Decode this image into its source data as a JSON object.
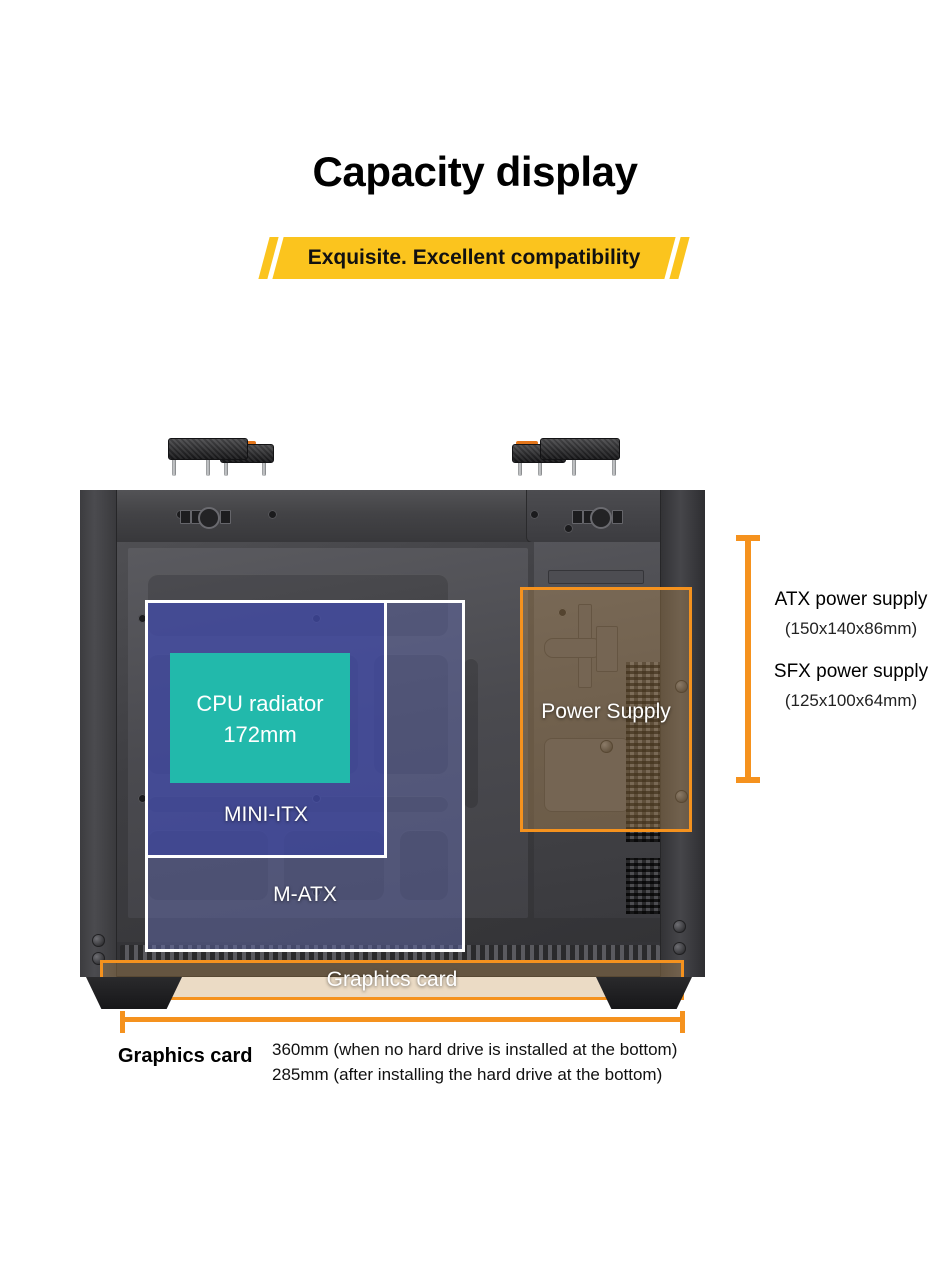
{
  "header": {
    "title": "Capacity display",
    "banner_text": "Exquisite. Excellent compatibility",
    "banner_color": "#fbc41e"
  },
  "colors": {
    "accent_orange": "#f5921e",
    "banner_yellow": "#fbc41e",
    "radiator_teal": "#22b9ab",
    "itx_blue": "#3540aa",
    "matx_purple": "#6067a8",
    "overlay_white": "#ffffff"
  },
  "diagram": {
    "overlays": [
      {
        "id": "matx",
        "label": "M-ATX",
        "border": "#ffffff",
        "fill": "rgba(96,103,168,.50)"
      },
      {
        "id": "mini-itx",
        "label": "MINI-ITX",
        "border": "#ffffff",
        "fill": "rgba(53,64,170,.52)"
      },
      {
        "id": "radiator",
        "label": "CPU radiator",
        "value": "172mm",
        "fill": "#22b9ab"
      },
      {
        "id": "psu",
        "label": "Power Supply",
        "border": "#f5921e",
        "fill": "rgba(196,150,84,.34)"
      },
      {
        "id": "gpu",
        "label": "Graphics card",
        "border": "#f5921e",
        "fill": "rgba(196,150,84,.34)"
      }
    ],
    "radiator": {
      "label": "CPU radiator",
      "size": "172mm"
    },
    "motherboard": {
      "itx_label": "MINI-ITX",
      "matx_label": "M-ATX"
    },
    "power_supply": {
      "label": "Power Supply"
    },
    "graphics_card": {
      "label": "Graphics card"
    }
  },
  "annotations": {
    "psu_dimension": {
      "specs": [
        {
          "name": "ATX power supply",
          "dims": "(150x140x86mm)"
        },
        {
          "name": "SFX power supply",
          "dims": "(125x100x64mm)"
        }
      ]
    },
    "gpu_dimension": {
      "label": "Graphics card",
      "notes": [
        "360mm (when no hard drive is installed at the bottom)",
        "285mm (after installing the hard drive at the bottom)"
      ]
    }
  }
}
